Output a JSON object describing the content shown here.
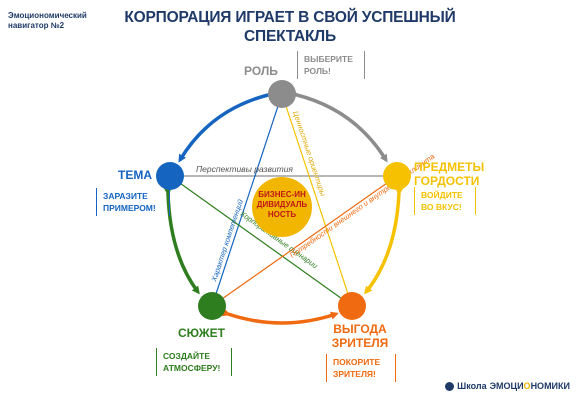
{
  "corner_label": "Эмоциономический навигатор №2",
  "title": "КОРПОРАЦИЯ ИГРАЕТ В СВОЙ УСПЕШНЫЙ СПЕКТАКЛЬ",
  "colors": {
    "role": "#8c8c8c",
    "theme": "#1565c0",
    "pride": "#f6c200",
    "plot": "#2e7d1e",
    "benefit": "#ef6a10",
    "center": "#f2b600",
    "center_text": "#c0181a",
    "navy": "#1f3a68"
  },
  "nodes": {
    "role": {
      "label": "РОЛЬ",
      "note": "ВЫБЕРИТЕ РОЛЬ!"
    },
    "theme": {
      "label": "ТЕМА",
      "note": "ЗАРАЗИТЕ ПРИМЕРОМ!"
    },
    "pride": {
      "label": "ПРЕДМЕТЫ ГОРДОСТИ",
      "note": "ВОЙДИТЕ ВО ВКУС!"
    },
    "plot": {
      "label": "СЮЖЕТ",
      "note": "СОЗДАЙТЕ АТМОСФЕРУ!"
    },
    "benefit": {
      "label": "ВЫГОДА ЗРИТЕЛЯ",
      "note": "ПОКОРИТЕ ЗРИТЕЛЯ!"
    }
  },
  "center": {
    "text": "БИЗНЕС-ИНДИВИДУАЛЬНОСТЬ"
  },
  "links": {
    "development": "Перспективы развития",
    "values": "Ценностные ориентиры",
    "competence": "Характер компетенций",
    "scenarios": "Корпоративные сценарии",
    "client": "Потребности внешнего и внутреннего клиента"
  },
  "footer": {
    "prefix": "Школа",
    "brand_a": "ЭМОЦИ",
    "brand_o": "О",
    "brand_b": "НОМИКИ"
  }
}
